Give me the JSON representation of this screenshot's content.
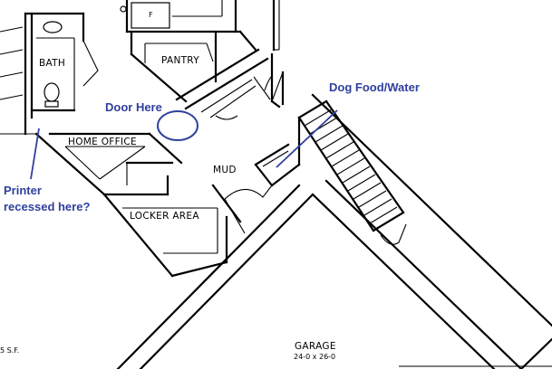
{
  "rooms": {
    "bath": "BATH",
    "pantry": "PANTRY",
    "home_office": "HOME OFFICE",
    "mud": "MUD",
    "locker_area": "LOCKER AREA",
    "garage": "GARAGE",
    "garage_dims": "24-0 x 26-0",
    "fridge": "F"
  },
  "partial_text": "5 S.F.",
  "annotations": {
    "door_here": "Door Here",
    "dog_food_water": "Dog Food/Water",
    "printer_line1": "Printer",
    "printer_line2": "recessed here?"
  },
  "colors": {
    "annotation": "#2f3f9e",
    "lines": "#000000"
  }
}
